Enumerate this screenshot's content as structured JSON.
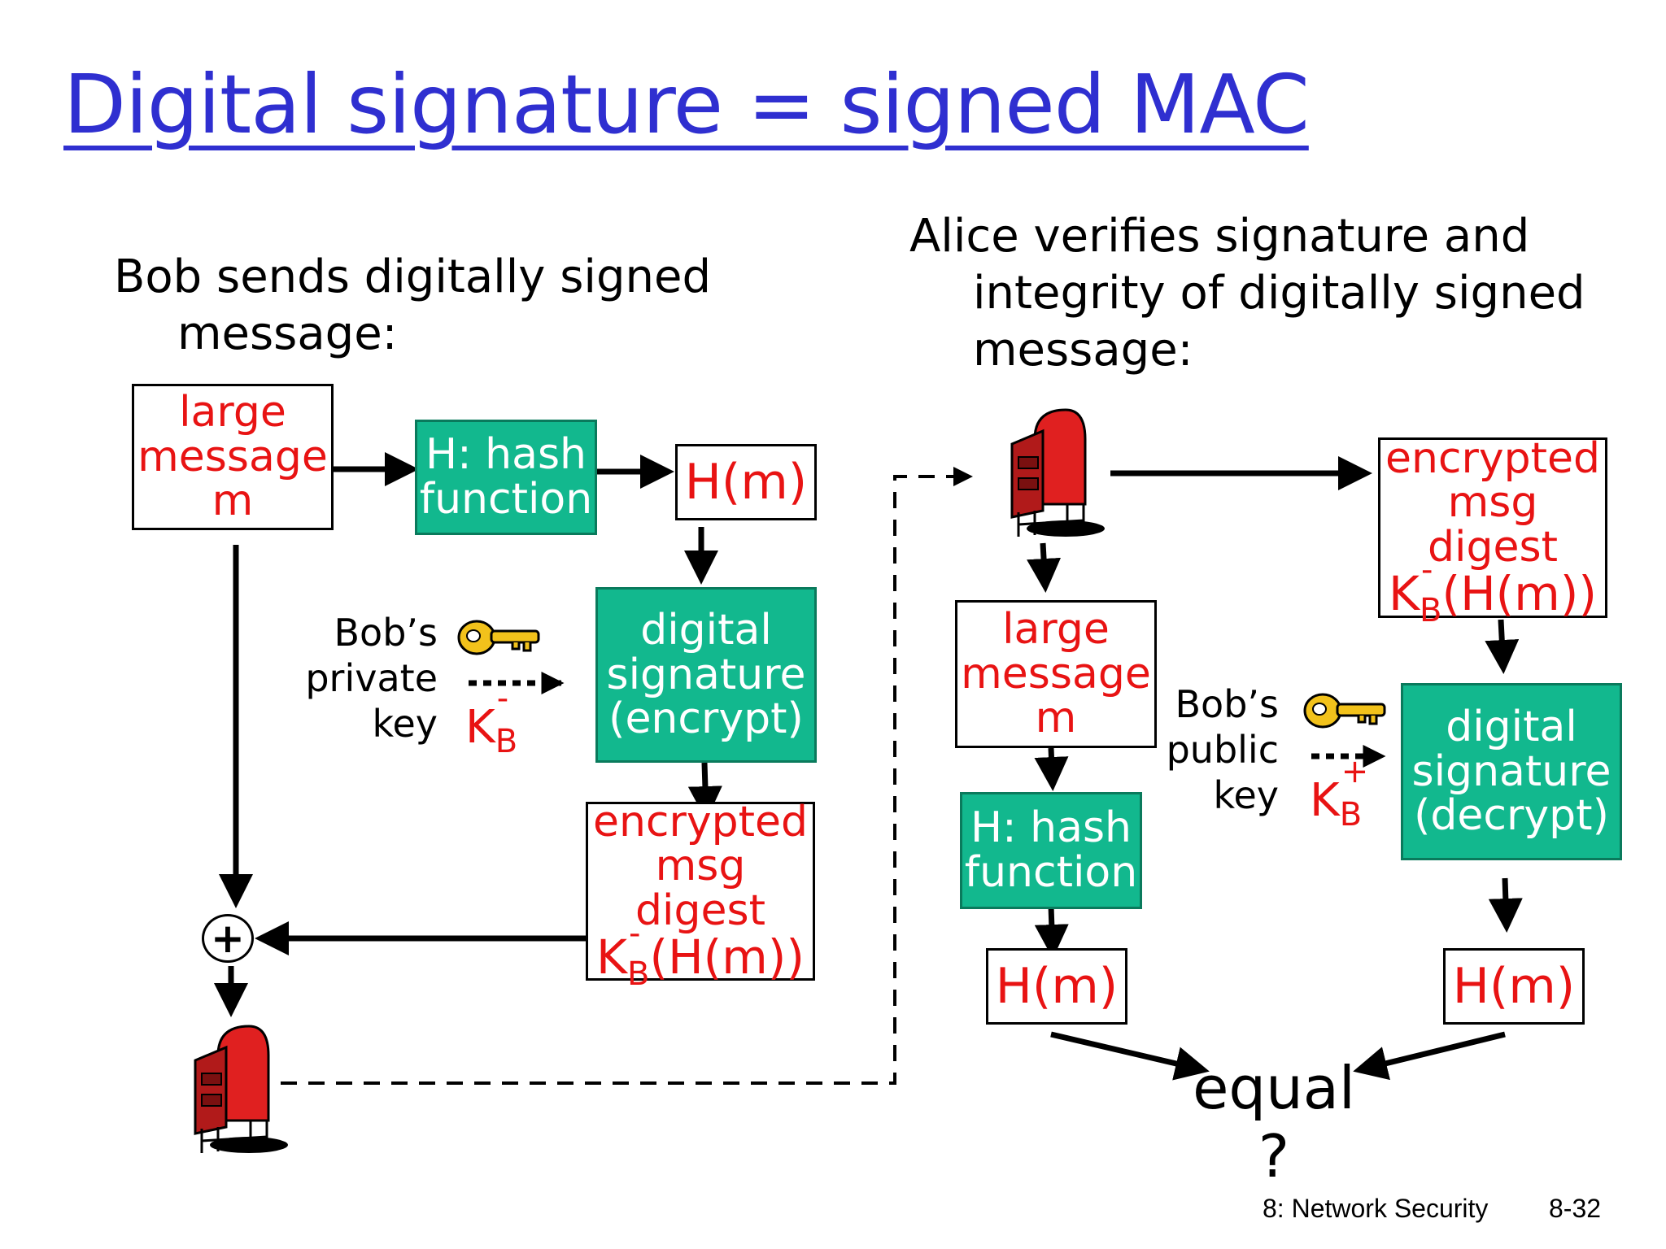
{
  "title": "Digital signature = signed MAC",
  "left": {
    "caption_line1": "Bob sends digitally signed",
    "caption_line2": "message:",
    "large_message": [
      "large",
      "message",
      "m"
    ],
    "hash_box": [
      "H: hash",
      "function"
    ],
    "hm": "H(m)",
    "sig_box": [
      "digital",
      "signature",
      "(encrypt)"
    ],
    "key_label": [
      "Bob’s",
      "private",
      "key"
    ],
    "key_symbol": "K",
    "key_sub": "B",
    "key_sup": "-",
    "enc_digest": [
      "encrypted",
      "msg digest"
    ],
    "enc_formula": "K̄B(H(m))",
    "enc_formula_k": "K",
    "enc_formula_sub": "B",
    "enc_formula_sup": "-",
    "enc_formula_rest": "(H(m))",
    "plus": "+"
  },
  "right": {
    "caption_line1": "Alice verifies signature and",
    "caption_line2": "integrity of digitally signed",
    "caption_line3": "message:",
    "enc_digest": [
      "encrypted",
      "msg digest"
    ],
    "enc_formula_k": "K",
    "enc_formula_sub": "B",
    "enc_formula_sup": "-",
    "enc_formula_rest": "(H(m))",
    "large_message": [
      "large",
      "message",
      "m"
    ],
    "hash_box": [
      "H: hash",
      "function"
    ],
    "key_label": [
      "Bob’s",
      "public",
      "key"
    ],
    "key_symbol": "K",
    "key_sub": "B",
    "key_sup": "+",
    "sig_box": [
      "digital",
      "signature",
      "(decrypt)"
    ],
    "hm_left": "H(m)",
    "hm_right": "H(m)",
    "equal": "equal",
    "question": "?"
  },
  "footer": {
    "chapter": "8: Network Security",
    "page": "8-32"
  },
  "colors": {
    "title": "#2f2fd0",
    "red_text": "#e81313",
    "green_box": "#12b88e",
    "mailbox": "#e02020",
    "key": "#f2c21b"
  }
}
